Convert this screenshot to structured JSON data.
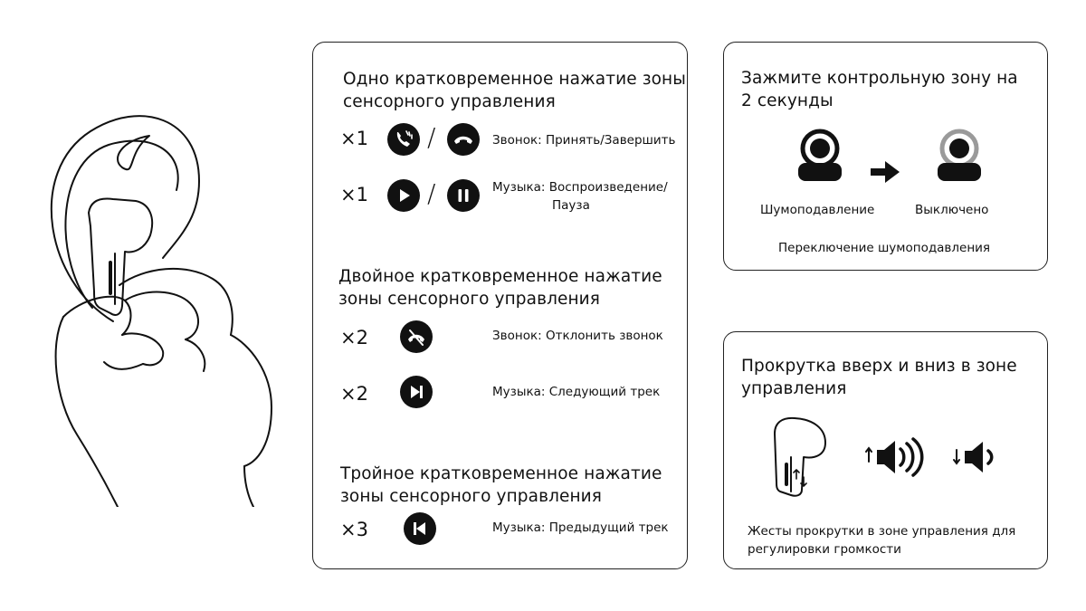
{
  "taps": {
    "single": {
      "title_line1": "Одно кратковременное нажатие зоны",
      "title_line2": "сенсорного управления",
      "row1": {
        "mult": "×1",
        "desc": "Звонок: Принять/Завершить",
        "icons": [
          "phone-accept-icon",
          "phone-end-icon"
        ]
      },
      "row2": {
        "mult": "×1",
        "desc_line1": "Музыка: Воспроизведение/",
        "desc_line2": "Пауза",
        "icons": [
          "play-icon",
          "pause-icon"
        ]
      },
      "slash": "/"
    },
    "double": {
      "title_line1": "Двойное кратковременное нажатие",
      "title_line2": "зоны сенсорного управления",
      "row1": {
        "mult": "×2",
        "desc": "Звонок: Отклонить звонок",
        "icon": "phone-reject-icon"
      },
      "row2": {
        "mult": "×2",
        "desc": "Музыка: Следующий трек",
        "icon": "next-track-icon"
      }
    },
    "triple": {
      "title_line1": "Тройное кратковременное нажатие",
      "title_line2": "зоны сенсорного управления",
      "row1": {
        "mult": "×3",
        "desc": "Музыка: Предыдущий трек",
        "icon": "previous-track-icon"
      }
    }
  },
  "hold": {
    "title_line1": "Зажмите контрольную зону на",
    "title_line2": "2 секунды",
    "state_on": "Шумоподавление",
    "state_off": "Выключено",
    "caption": "Переключение шумоподавления"
  },
  "swipe": {
    "title_line1": "Прокрутка вверх и вниз в зоне",
    "title_line2": "управления",
    "caption_line1": "Жесты прокрутки в зоне управления для",
    "caption_line2": "регулировки громкости",
    "icons": [
      "earbud-icon",
      "volume-up-icon",
      "volume-down-icon"
    ]
  },
  "colors": {
    "ink": "#111111",
    "ring_off": "#9a9a9a"
  }
}
